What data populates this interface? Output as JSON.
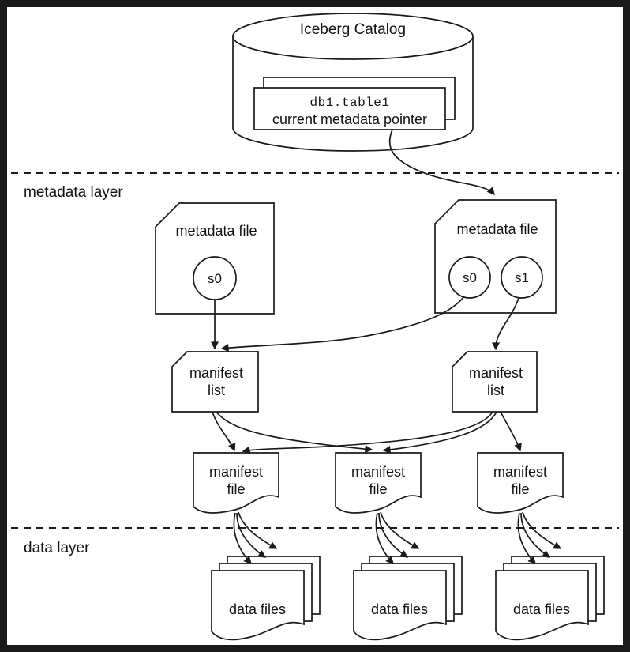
{
  "colors": {
    "background": "#ffffff",
    "stroke": "#1a1a1a"
  },
  "catalog": {
    "title": "Iceberg Catalog",
    "table_name": "db1.table1",
    "pointer_label": "current metadata pointer"
  },
  "layers": {
    "metadata_label": "metadata layer",
    "data_label": "data layer"
  },
  "metadata_files": [
    {
      "label": "metadata file",
      "snapshots": [
        "s0"
      ]
    },
    {
      "label": "metadata file",
      "snapshots": [
        "s0",
        "s1"
      ]
    }
  ],
  "manifest_lists": [
    {
      "line1": "manifest",
      "line2": "list"
    },
    {
      "line1": "manifest",
      "line2": "list"
    }
  ],
  "manifest_files": [
    {
      "line1": "manifest",
      "line2": "file"
    },
    {
      "line1": "manifest",
      "line2": "file"
    },
    {
      "line1": "manifest",
      "line2": "file"
    }
  ],
  "data_file_stacks": [
    {
      "label": "data files"
    },
    {
      "label": "data files"
    },
    {
      "label": "data files"
    }
  ],
  "edges": [
    {
      "from": "current-metadata-pointer",
      "to": "metadata-file-2"
    },
    {
      "from": "metadata-file-1-s0",
      "to": "manifest-list-1"
    },
    {
      "from": "metadata-file-2-s0",
      "to": "manifest-list-1"
    },
    {
      "from": "metadata-file-2-s1",
      "to": "manifest-list-2"
    },
    {
      "from": "manifest-list-1",
      "to": "manifest-file-1"
    },
    {
      "from": "manifest-list-1",
      "to": "manifest-file-2"
    },
    {
      "from": "manifest-list-2",
      "to": "manifest-file-1"
    },
    {
      "from": "manifest-list-2",
      "to": "manifest-file-2"
    },
    {
      "from": "manifest-list-2",
      "to": "manifest-file-3"
    },
    {
      "from": "manifest-file-1",
      "to": "data-files-1",
      "arrows": 3
    },
    {
      "from": "manifest-file-2",
      "to": "data-files-2",
      "arrows": 3
    },
    {
      "from": "manifest-file-3",
      "to": "data-files-3",
      "arrows": 3
    }
  ]
}
